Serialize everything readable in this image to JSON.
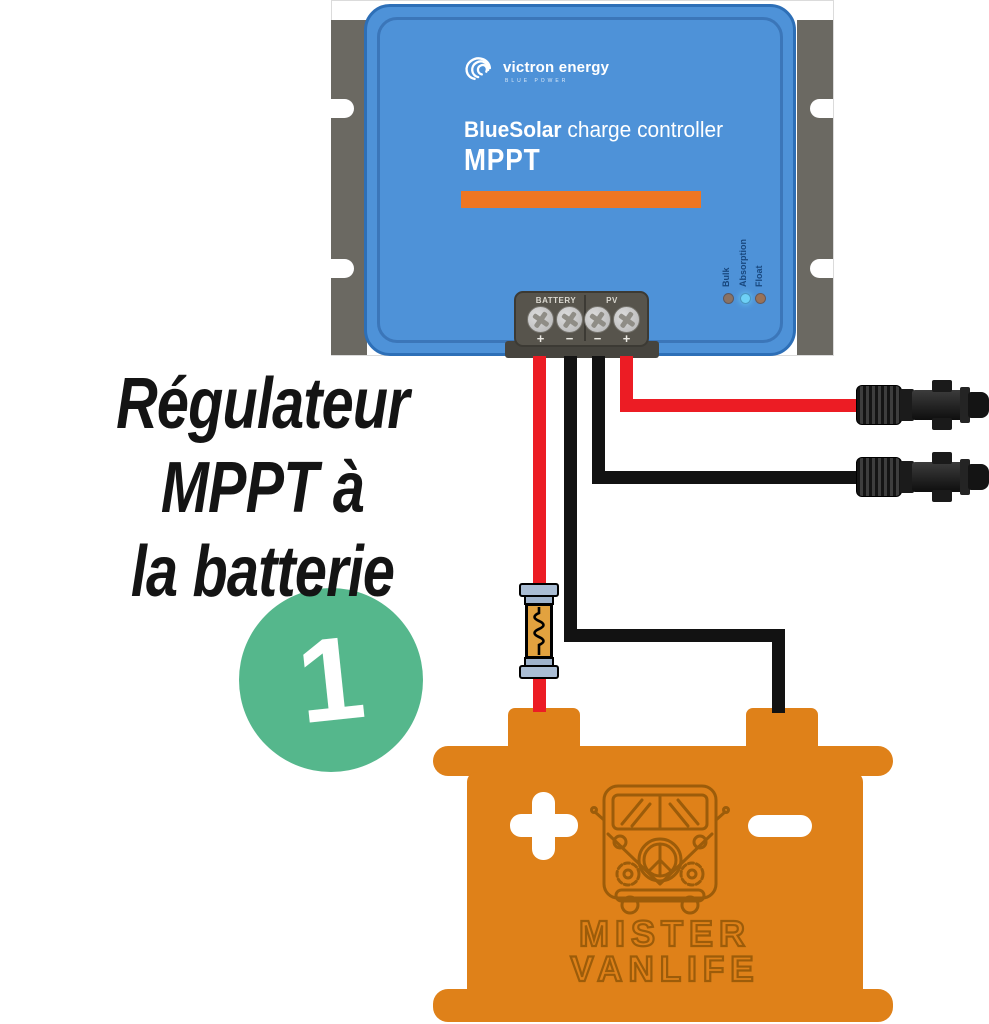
{
  "title": {
    "line1": "Régulateur MPPT à",
    "line2": "la batterie"
  },
  "step_badge": {
    "number": "1",
    "color": "#55B78C"
  },
  "controller": {
    "brand": "victron energy",
    "brand_sub": "BLUE POWER",
    "product_bold": "BlueSolar",
    "product_rest": " charge controller",
    "model": "MPPT",
    "leds": [
      {
        "label": "Bulk",
        "color": "#8A7263"
      },
      {
        "label": "Absorption",
        "color": "#6ED1F6"
      },
      {
        "label": "Float",
        "color": "#9A7257"
      }
    ],
    "colors": {
      "case": "#4E92D8",
      "case_outline": "#2D6FB7",
      "accent_bar": "#EE7623",
      "bracket": "#6B6962"
    }
  },
  "terminal_block": {
    "battery_label": "BATTERY",
    "pv_label": "PV",
    "polarity": [
      "+",
      "−",
      "−",
      "+"
    ],
    "color": "#57544C"
  },
  "wiring": {
    "positive_color": "#EC1C24",
    "negative_color": "#121212",
    "fuse": {
      "name": "inline-fuse",
      "body_color": "#E2A23F",
      "cap_color": "#AABDD4"
    },
    "connectors": [
      {
        "name": "mc4-connector-pv-positive"
      },
      {
        "name": "mc4-connector-pv-negative"
      }
    ]
  },
  "battery": {
    "color": "#DF8119",
    "art_color": "#9C5C0A",
    "plus": "+",
    "minus": "−",
    "brand_line1": "MISTER",
    "brand_line2": "VANLIFE"
  }
}
